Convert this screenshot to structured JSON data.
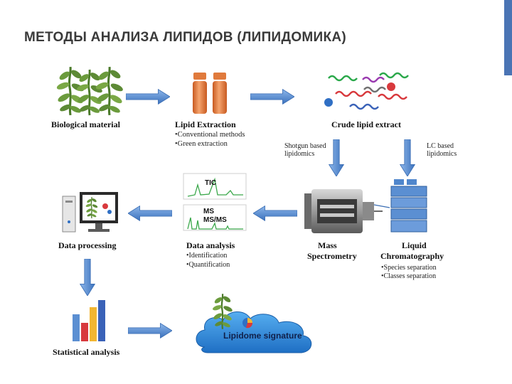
{
  "title": "МЕТОДЫ АНАЛИЗА ЛИПИДОВ (ЛИПИДОМИКА)",
  "nodes": {
    "biological_material": {
      "label": "Biological material"
    },
    "lipid_extraction": {
      "label": "Lipid Extraction",
      "items": [
        "•Conventional methods",
        "•Green extraction"
      ]
    },
    "crude_lipid_extract": {
      "label": "Crude lipid  extract"
    },
    "shotgun": {
      "line1": "Shotgun based",
      "line2": "lipidomics"
    },
    "lc_based": {
      "line1": "LC based",
      "line2": "lipidomics"
    },
    "mass_spectrometry": {
      "line1": "Mass",
      "line2": "Spectrometry"
    },
    "liquid_chromatography": {
      "line1": "Liquid",
      "line2": "Chromatography",
      "items": [
        "•Species separation",
        "•Classes separation"
      ]
    },
    "data_analysis": {
      "label": "Data analysis",
      "items": [
        "•Identification",
        "•Quantification"
      ]
    },
    "data_processing": {
      "label": "Data processing"
    },
    "statistical_analysis": {
      "label": "Statistical analysis"
    },
    "lipidome_signature": {
      "label": "Lipidome signature"
    },
    "spectra": {
      "tic": "TIC",
      "ms_line1": "MS",
      "ms_line2": "MS/MS"
    }
  },
  "colors": {
    "arrow": "#4f86cc",
    "arrow_dark": "#2f5f9e",
    "accent": "#4a74b4",
    "vial": "#e07a3c",
    "cloud": "#2f86d6",
    "plant": "#5d8a35"
  }
}
